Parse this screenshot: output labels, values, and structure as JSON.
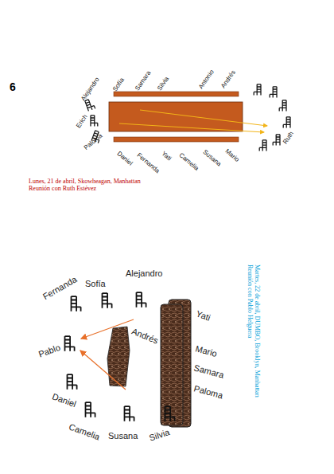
{
  "diagram": {
    "labels": [
      "6",
      "Alejandro",
      "Sofía",
      "Samara",
      "Silvia",
      "Antonio",
      "Andrés",
      "Erich",
      "Paloma",
      "Ruth",
      "Daniel",
      "Fernanda",
      "Yati",
      "Camelia",
      "Susana",
      "Mario",
      "Lunes, 21 de abril, Skowheagan, Manhattan",
      "Reunión con Ruth Estévez",
      "Alejandro",
      "Fernanda",
      "Sofía",
      "Yati",
      "Andrés",
      "Pablo",
      "Mario",
      "Samara",
      "Paloma",
      "Daniel",
      "Camelia",
      "Susana",
      "Silvia",
      "Martes, 22 de abril, DUMBO, Brooklyn, Manhattan",
      "Reunión con Pablo Helguera"
    ]
  }
}
